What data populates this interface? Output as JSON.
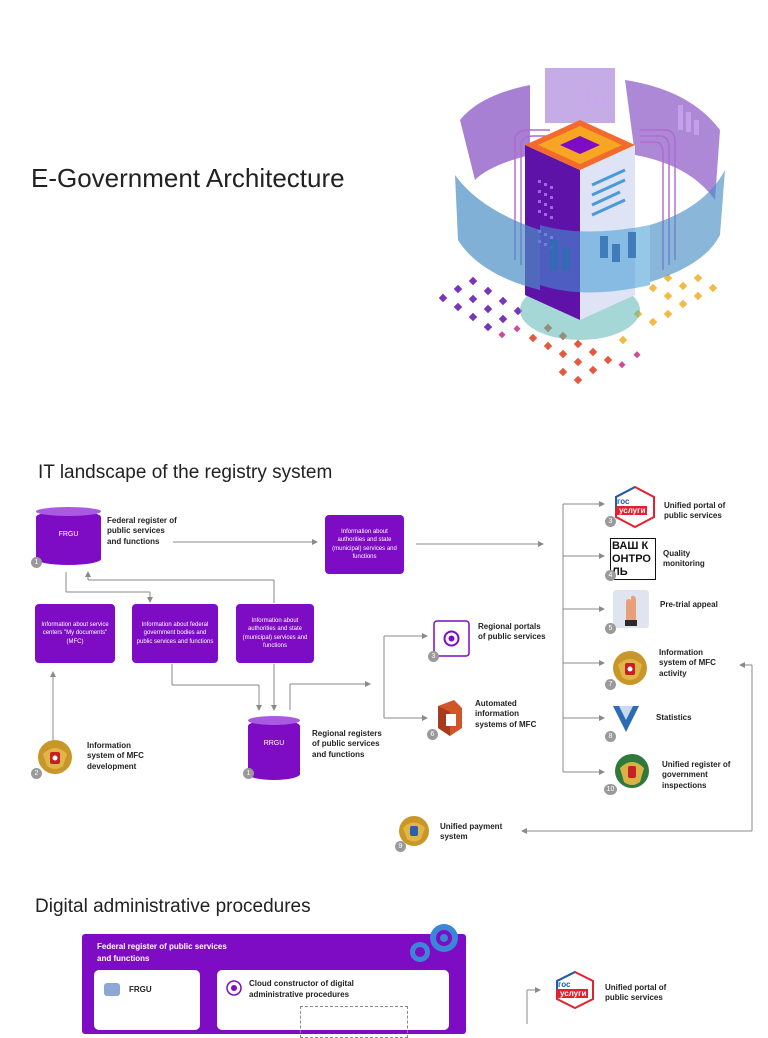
{
  "page": {
    "title": "E-Government Architecture",
    "section1_title": "IT landscape of the registry system",
    "section2_title": "Digital administrative procedures"
  },
  "landscape": {
    "frgu": {
      "label": "FRGU",
      "desc": "Federal register of public services and functions",
      "badge": "1"
    },
    "rrgu": {
      "label": "RRGU",
      "desc": "Regional registers of public services and functions",
      "badge": "1"
    },
    "box_authorities_top": "Information about authorities and state (municipal) services and functions",
    "box_mfc": "Information about service centers \"My documents\" (MFC)",
    "box_federal": "Information about federal government bodies and public services and functions",
    "box_authorities": "Information about authorities and state (municipal) services and functions",
    "mfc_dev": {
      "label": "Information system of MFC development",
      "badge": "2"
    },
    "regional_portals": {
      "label": "Regional portals of public services",
      "badge": "3"
    },
    "automated_mfc": {
      "label": "Automated information systems of MFC",
      "badge": "6"
    },
    "unified_portal": {
      "label": "Unified portal of public services",
      "badge": "3",
      "logo_top": "гос",
      "logo_bottom": "услуги"
    },
    "quality": {
      "label": "Quality monitoring",
      "badge": "4",
      "logo": "ВАШ КОНТРОЛЬ"
    },
    "pretrial": {
      "label": "Pre-trial appeal",
      "badge": "5"
    },
    "mfc_activity": {
      "label": "Information system of MFC activity",
      "badge": "7"
    },
    "statistics": {
      "label": "Statistics",
      "badge": "8"
    },
    "inspections": {
      "label": "Unified register of government inspections",
      "badge": "10"
    },
    "payment": {
      "label": "Unified payment system",
      "badge": "9"
    }
  },
  "procedures": {
    "panel_title": "Federal register of public services and functions",
    "frgu_label": "FRGU",
    "cloud_label": "Cloud constructor of digital administrative procedures",
    "portal_label": "Unified portal of public services",
    "portal_logo_top": "гос",
    "portal_logo_bottom": "услуги"
  },
  "colors": {
    "accent": "#7e0cc4",
    "accent_light": "#a95ae0",
    "portal_red": "#e4202e",
    "portal_blue": "#1b5fae"
  }
}
